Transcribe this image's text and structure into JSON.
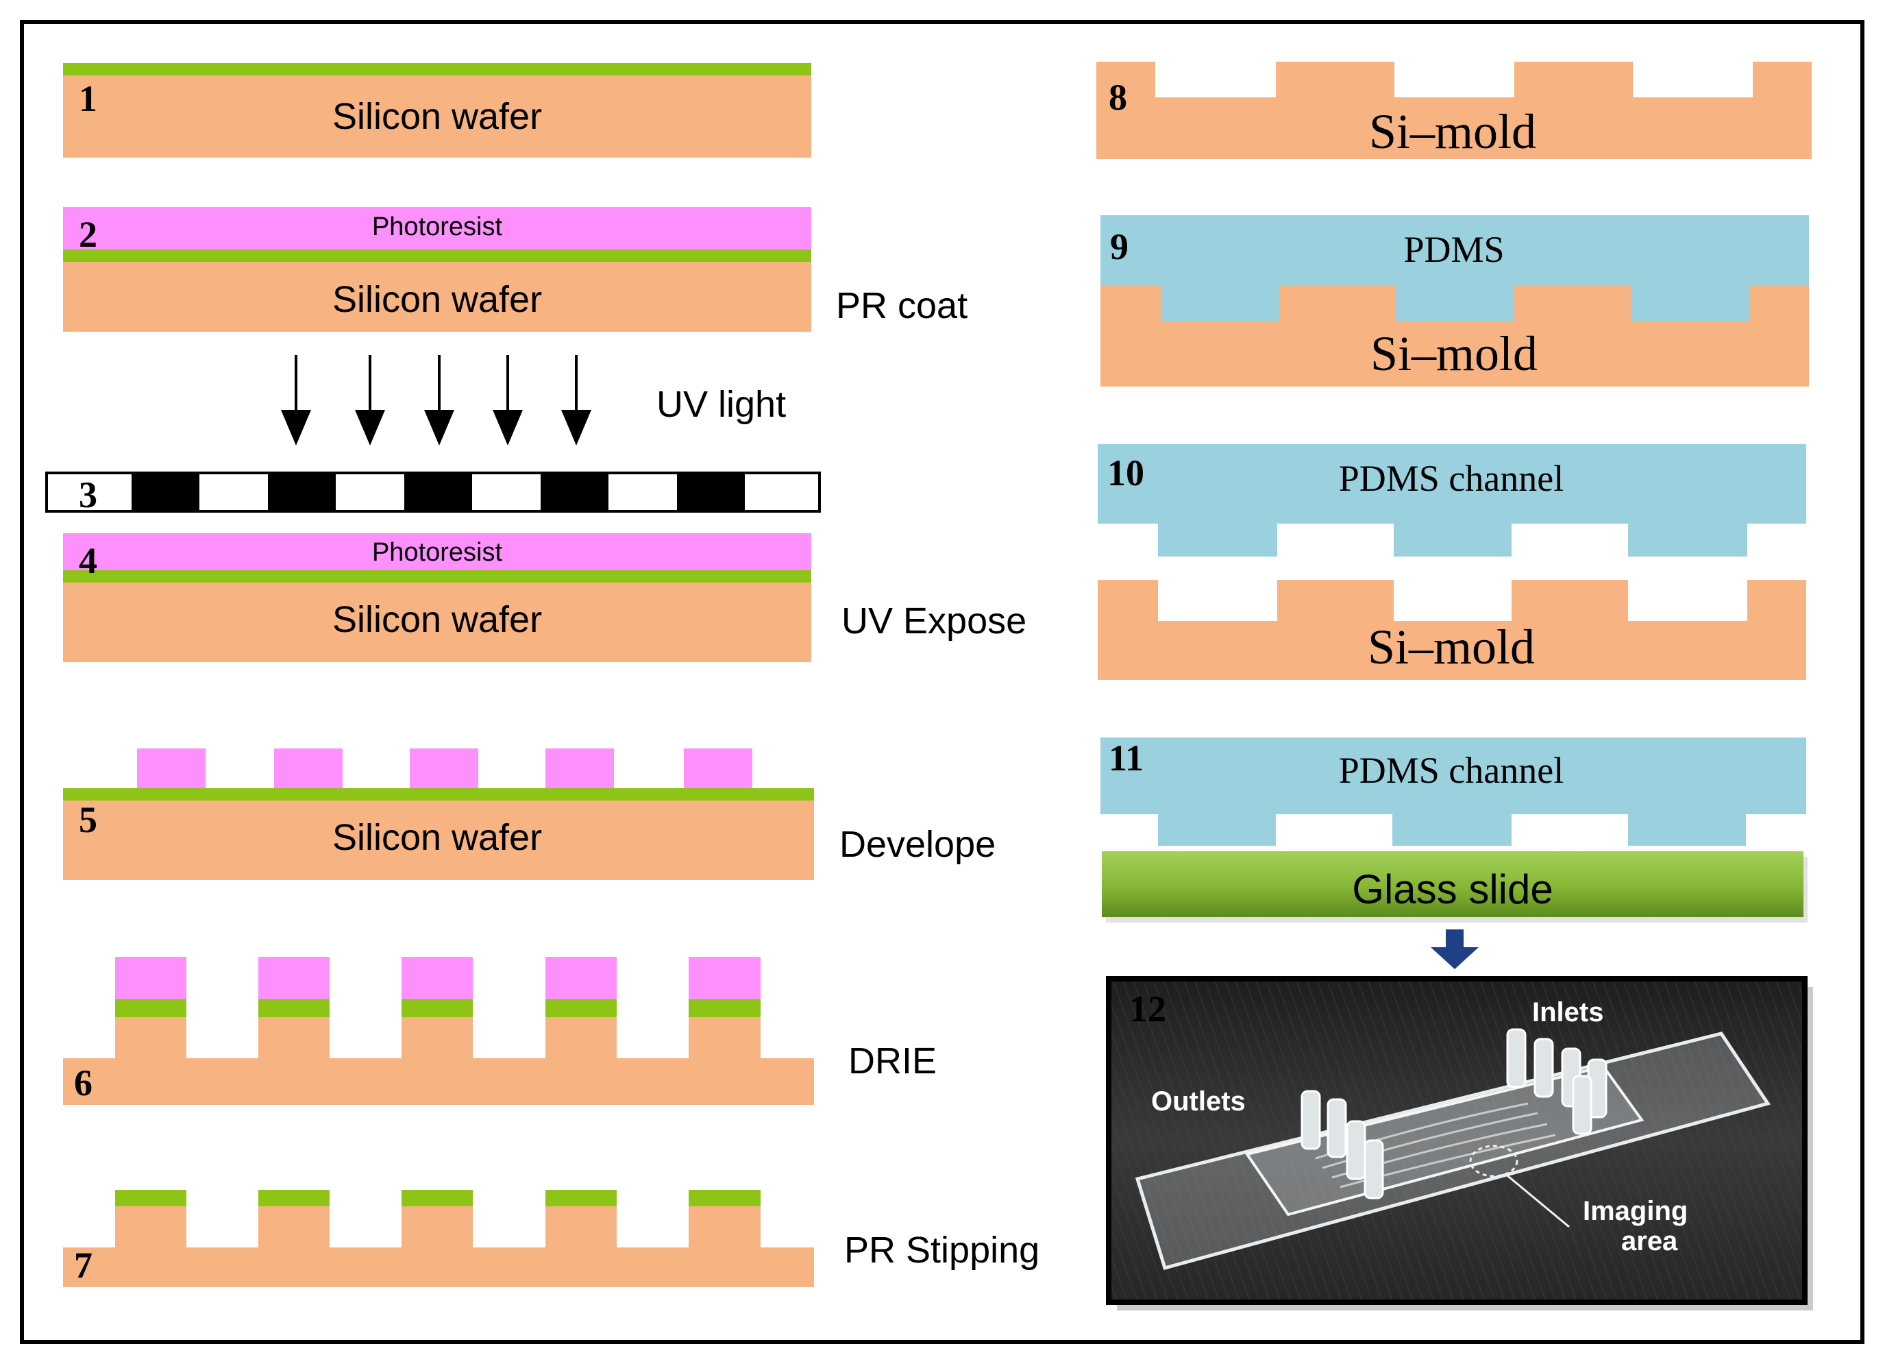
{
  "colors": {
    "silicon": "#F8B382",
    "oxide": "#8EC415",
    "photoresist": "#FE90FE",
    "pdms": "#9BD0DE",
    "glass": "#7FAF2E",
    "mask_dark": "#000000",
    "arrow_blue": "#1F3F86"
  },
  "steps": {
    "s1": {
      "number": "1",
      "wafer": "Silicon wafer"
    },
    "s2": {
      "number": "2",
      "resist": "Photoresist",
      "wafer": "Silicon wafer",
      "caption": "PR coat"
    },
    "s3": {
      "number": "3",
      "light": "UV light"
    },
    "s4": {
      "number": "4",
      "resist": "Photoresist",
      "wafer": "Silicon wafer",
      "caption": "UV Expose"
    },
    "s5": {
      "number": "5",
      "wafer": "Silicon wafer",
      "caption": "Develope"
    },
    "s6": {
      "number": "6",
      "caption": "DRIE"
    },
    "s7": {
      "number": "7",
      "caption": "PR Stipping"
    },
    "s8": {
      "number": "8",
      "mold": "Si–mold"
    },
    "s9": {
      "number": "9",
      "pdms": "PDMS",
      "mold": "Si–mold"
    },
    "s10": {
      "number": "10",
      "pdms": "PDMS channel",
      "mold": "Si–mold"
    },
    "s11": {
      "number": "11",
      "pdms": "PDMS channel",
      "glass": "Glass slide"
    },
    "s12": {
      "number": "12",
      "inlets": "Inlets",
      "outlets": "Outlets",
      "imaging_1": "Imaging",
      "imaging_2": "area"
    }
  }
}
